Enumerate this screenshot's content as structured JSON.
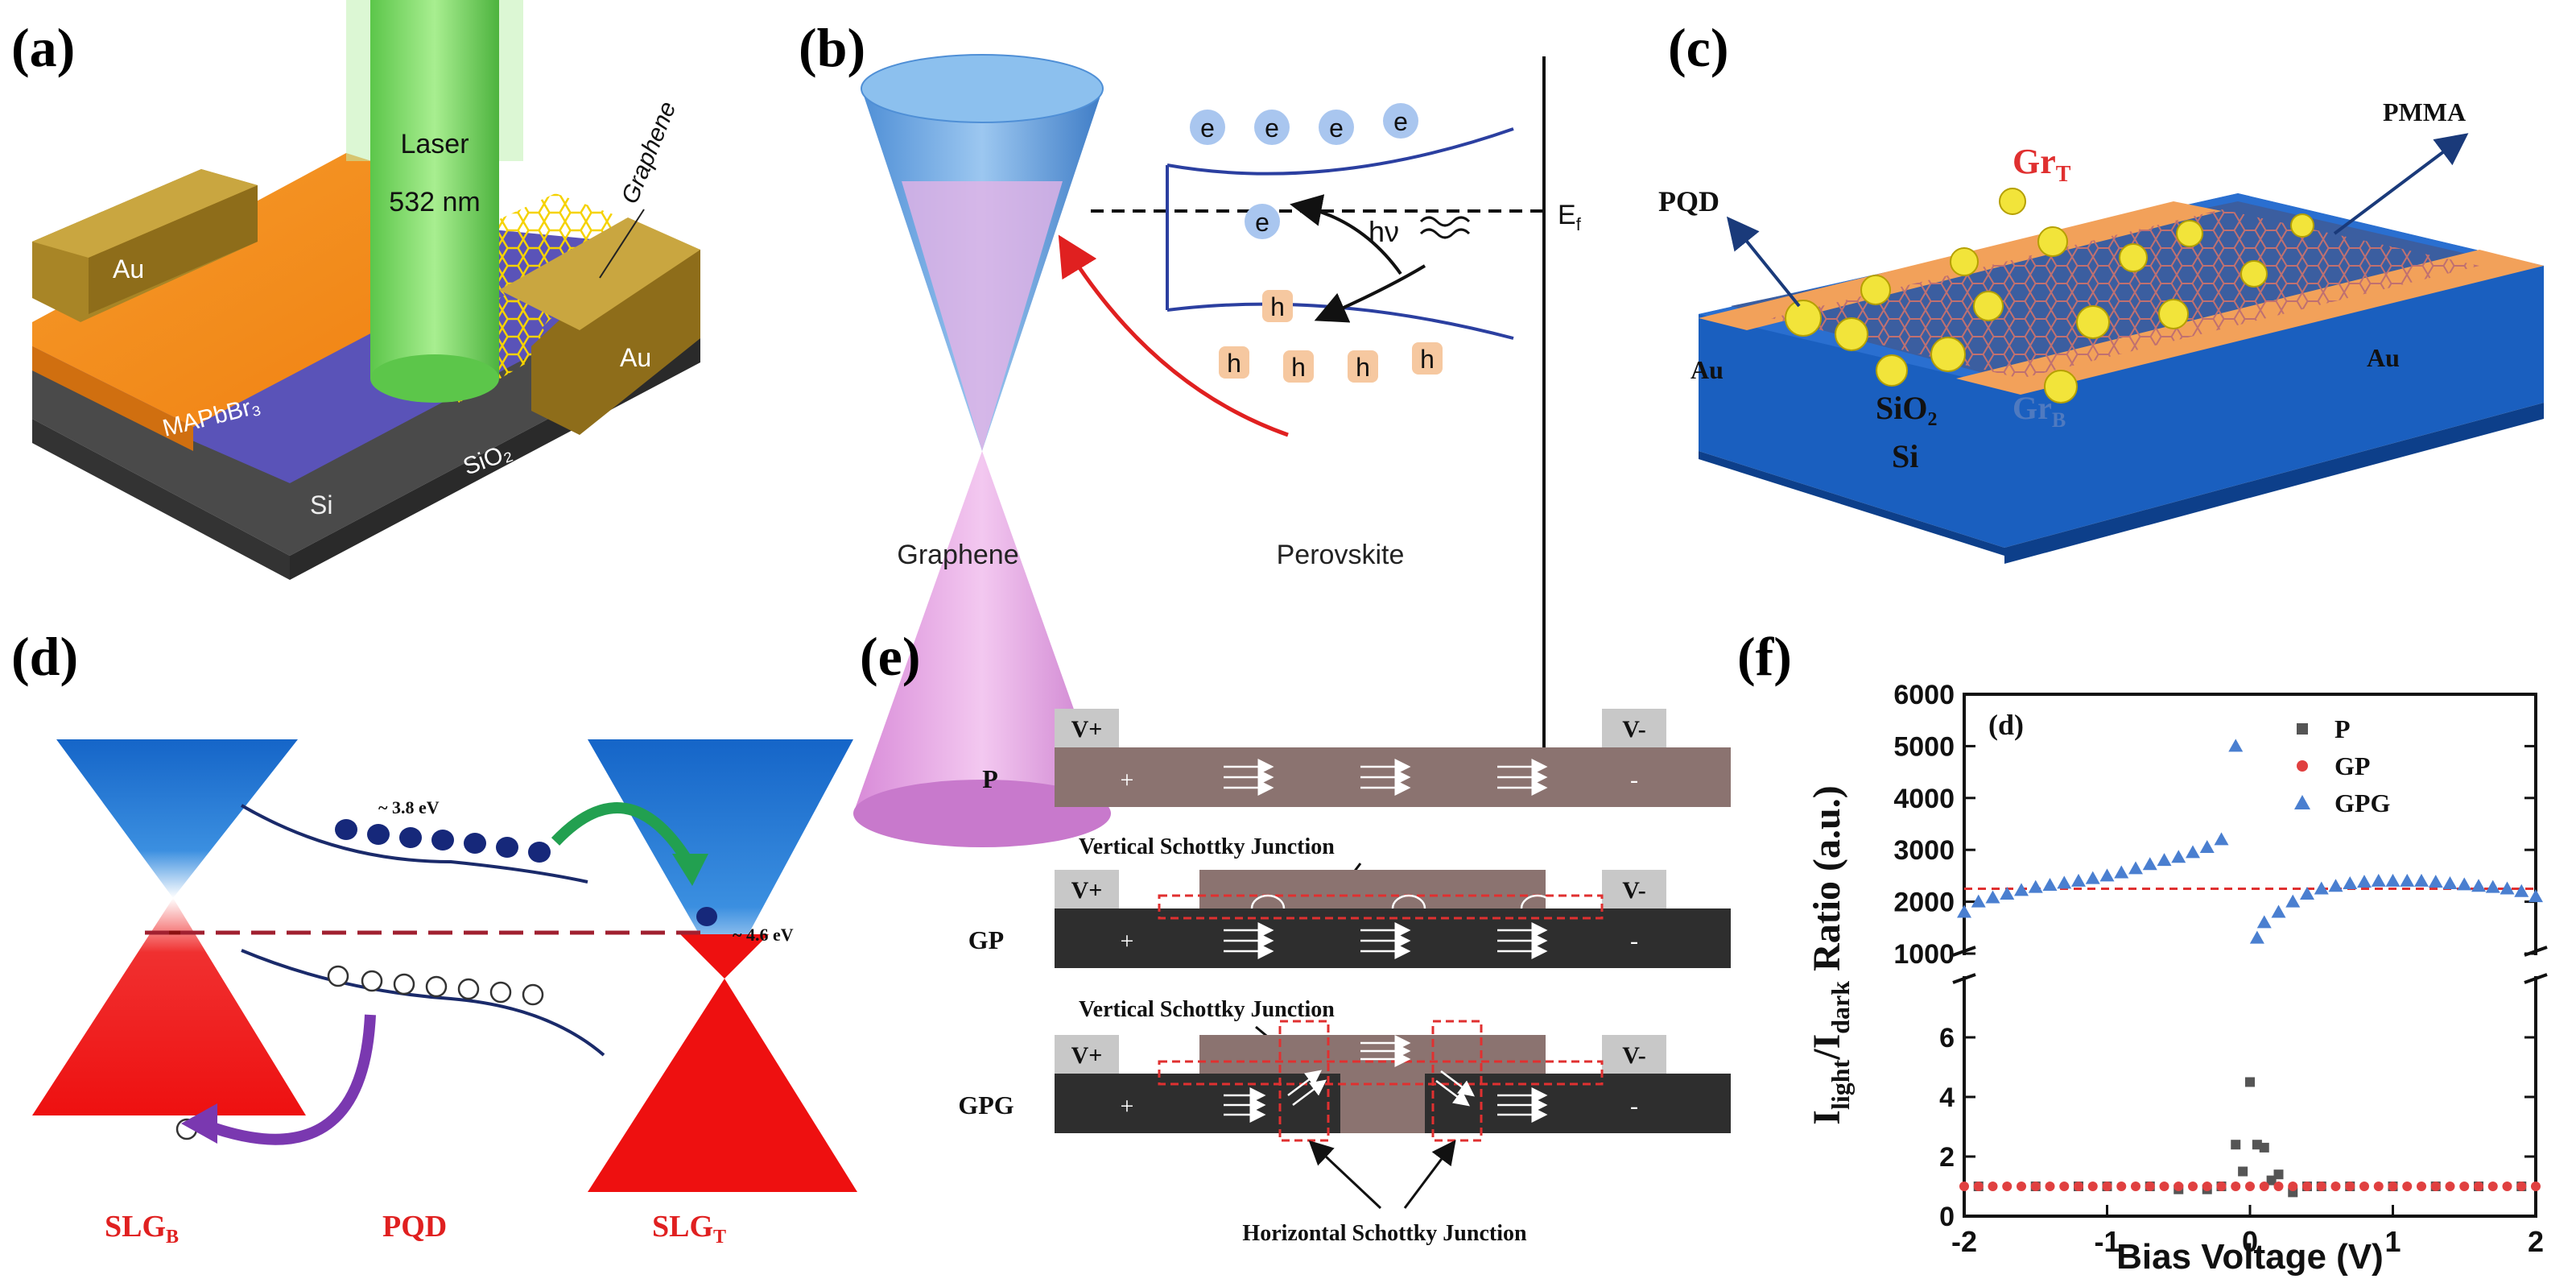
{
  "panel_a": {
    "label": "(a)",
    "laser_line1": "Laser",
    "laser_line2": "532 nm",
    "graphene": "Graphene",
    "au_left": "Au",
    "au_right": "Au",
    "mapbbr3": "MAPbBr₃",
    "sio2": "SiO₂",
    "si": "Si"
  },
  "panel_b": {
    "label": "(b)",
    "ef": "E",
    "ef_sub": "f",
    "hv": "hν",
    "electron": "e",
    "hole": "h",
    "graphene_caption": "Graphene",
    "perovskite_caption": "Perovskite"
  },
  "panel_c": {
    "label": "(c)",
    "pqd": "PQD",
    "grt": "Gr",
    "grt_sub": "T",
    "pmma": "PMMA",
    "au_left": "Au",
    "au_right": "Au",
    "sio2": "SiO₂",
    "grb": "Gr",
    "grb_sub": "B",
    "si": "Si"
  },
  "panel_d": {
    "label": "(d)",
    "ev38": "~ 3.8 eV",
    "ev46": "~ 4.6 eV",
    "slgb": "SLG",
    "slgb_sub": "B",
    "pqd": "PQD",
    "slgt": "SLG",
    "slgt_sub": "T"
  },
  "panel_e": {
    "label": "(e)",
    "vplus": "V+",
    "vminus": "V-",
    "plus": "+",
    "minus": "-",
    "row_p": "P",
    "row_gp": "GP",
    "row_gpg": "GPG",
    "vertical_junction": "Vertical Schottky Junction",
    "horizontal_junction": "Horizontal Schottky Junction"
  },
  "panel_f": {
    "label": "(f)"
  },
  "chart_data": {
    "type": "scatter",
    "inner_label": "(d)",
    "xlabel": "Bias Voltage (V)",
    "ylabel_main": "I",
    "ylabel_sub1": "light",
    "ylabel_mid": "/I",
    "ylabel_sub2": "dark",
    "ylabel_end": " Ratio (a.u.)",
    "x_ticks": [
      -2,
      -1,
      0,
      1,
      2
    ],
    "y_ticks_low": [
      0,
      2,
      4,
      6
    ],
    "y_ticks_high": [
      1000,
      2000,
      3000,
      4000,
      5000,
      6000
    ],
    "axis_break": "broken y-axis between 8 and 1000",
    "reference_line": 2250,
    "series": [
      {
        "name": "P",
        "color": "#555555",
        "marker": "square",
        "x": [
          -1.9,
          -1.5,
          -1.2,
          -1.0,
          -0.7,
          -0.5,
          -0.3,
          -0.2,
          -0.1,
          -0.05,
          0.0,
          0.05,
          0.1,
          0.15,
          0.2,
          0.3,
          0.4,
          0.5,
          0.7,
          1.0,
          1.3,
          1.6,
          1.9
        ],
        "values": [
          1.0,
          1.0,
          1.0,
          1.0,
          1.0,
          0.9,
          0.9,
          1.0,
          2.4,
          1.5,
          4.5,
          2.4,
          2.3,
          1.2,
          1.4,
          0.8,
          1.0,
          1.0,
          1.0,
          1.0,
          1.0,
          1.0,
          1.0
        ]
      },
      {
        "name": "GP",
        "color": "#e04040",
        "marker": "circle",
        "x": [
          -2.0,
          -1.9,
          -1.8,
          -1.7,
          -1.6,
          -1.5,
          -1.4,
          -1.3,
          -1.2,
          -1.1,
          -1.0,
          -0.9,
          -0.8,
          -0.7,
          -0.6,
          -0.5,
          -0.4,
          -0.3,
          -0.2,
          -0.1,
          0.0,
          0.1,
          0.2,
          0.3,
          0.4,
          0.5,
          0.6,
          0.7,
          0.8,
          0.9,
          1.0,
          1.1,
          1.2,
          1.3,
          1.4,
          1.5,
          1.6,
          1.7,
          1.8,
          1.9,
          2.0
        ],
        "values": [
          1.0,
          1.0,
          1.0,
          1.0,
          1.0,
          1.0,
          1.0,
          1.0,
          1.0,
          1.0,
          1.0,
          1.0,
          1.0,
          1.0,
          1.0,
          1.0,
          1.0,
          1.0,
          1.0,
          1.0,
          1.0,
          1.0,
          1.0,
          1.0,
          1.0,
          1.0,
          1.0,
          1.0,
          1.0,
          1.0,
          1.0,
          1.0,
          1.0,
          1.0,
          1.0,
          1.0,
          1.0,
          1.0,
          1.0,
          1.0,
          1.0
        ]
      },
      {
        "name": "GPG",
        "color": "#4a7fd0",
        "marker": "triangle",
        "x": [
          -2.0,
          -1.9,
          -1.8,
          -1.7,
          -1.6,
          -1.5,
          -1.4,
          -1.3,
          -1.2,
          -1.1,
          -1.0,
          -0.9,
          -0.8,
          -0.7,
          -0.6,
          -0.5,
          -0.4,
          -0.3,
          -0.2,
          -0.1,
          0.05,
          0.1,
          0.2,
          0.3,
          0.4,
          0.5,
          0.6,
          0.7,
          0.8,
          0.9,
          1.0,
          1.1,
          1.2,
          1.3,
          1.4,
          1.5,
          1.6,
          1.7,
          1.8,
          1.9,
          2.0
        ],
        "values": [
          1800,
          2000,
          2080,
          2150,
          2220,
          2280,
          2320,
          2360,
          2400,
          2450,
          2500,
          2560,
          2640,
          2720,
          2800,
          2860,
          2950,
          3050,
          3200,
          5000,
          1300,
          1600,
          1800,
          2000,
          2150,
          2250,
          2300,
          2350,
          2380,
          2400,
          2400,
          2400,
          2400,
          2380,
          2350,
          2330,
          2300,
          2280,
          2250,
          2200,
          2100
        ]
      }
    ]
  }
}
